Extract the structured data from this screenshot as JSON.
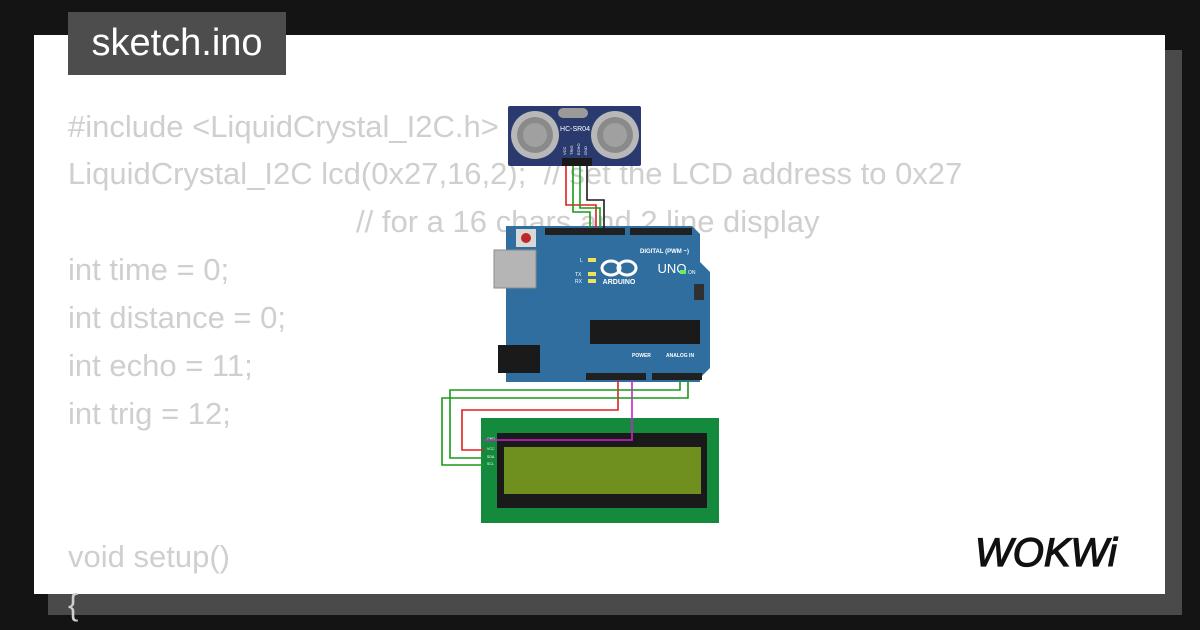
{
  "file": {
    "title": "sketch.ino"
  },
  "code": {
    "lines": [
      "#include <LiquidCrystal_I2C.h>",
      "LiquidCrystal_I2C lcd(0x27,16,2);  // set the LCD address to 0x27",
      "// for a 16 chars and 2 line display",
      "int time = 0;",
      "int distance = 0;",
      "int echo = 11;",
      "int trig = 12;",
      "void setup()",
      "{"
    ]
  },
  "components": {
    "sensor": {
      "label": "HC-SR04",
      "pins": [
        "VCC",
        "TRIG",
        "ECHO",
        "GND"
      ]
    },
    "arduino": {
      "brand": "ARDUINO",
      "model": "UNO",
      "digital_label": "DIGITAL (PWM ~)",
      "power_label": "POWER",
      "analog_label": "ANALOG IN",
      "on_label": "ON",
      "l_label": "L",
      "tx_label": "TX",
      "rx_label": "RX"
    },
    "lcd": {
      "pins": [
        "GND",
        "VCC",
        "SDA",
        "SCL"
      ]
    }
  },
  "branding": {
    "logo_text": "WOKWi"
  },
  "colors": {
    "background": "#141414",
    "card": "#ffffff",
    "code_text": "#cfcfcf",
    "tab_background": "#4d4d4d",
    "arduino_blue": "#2f6e9e",
    "lcd_pcb": "#148a3c",
    "lcd_screen": "#6f8f1f",
    "wire_red": "#e02020",
    "wire_green": "#1a9a1a",
    "wire_magenta": "#d020d0"
  }
}
